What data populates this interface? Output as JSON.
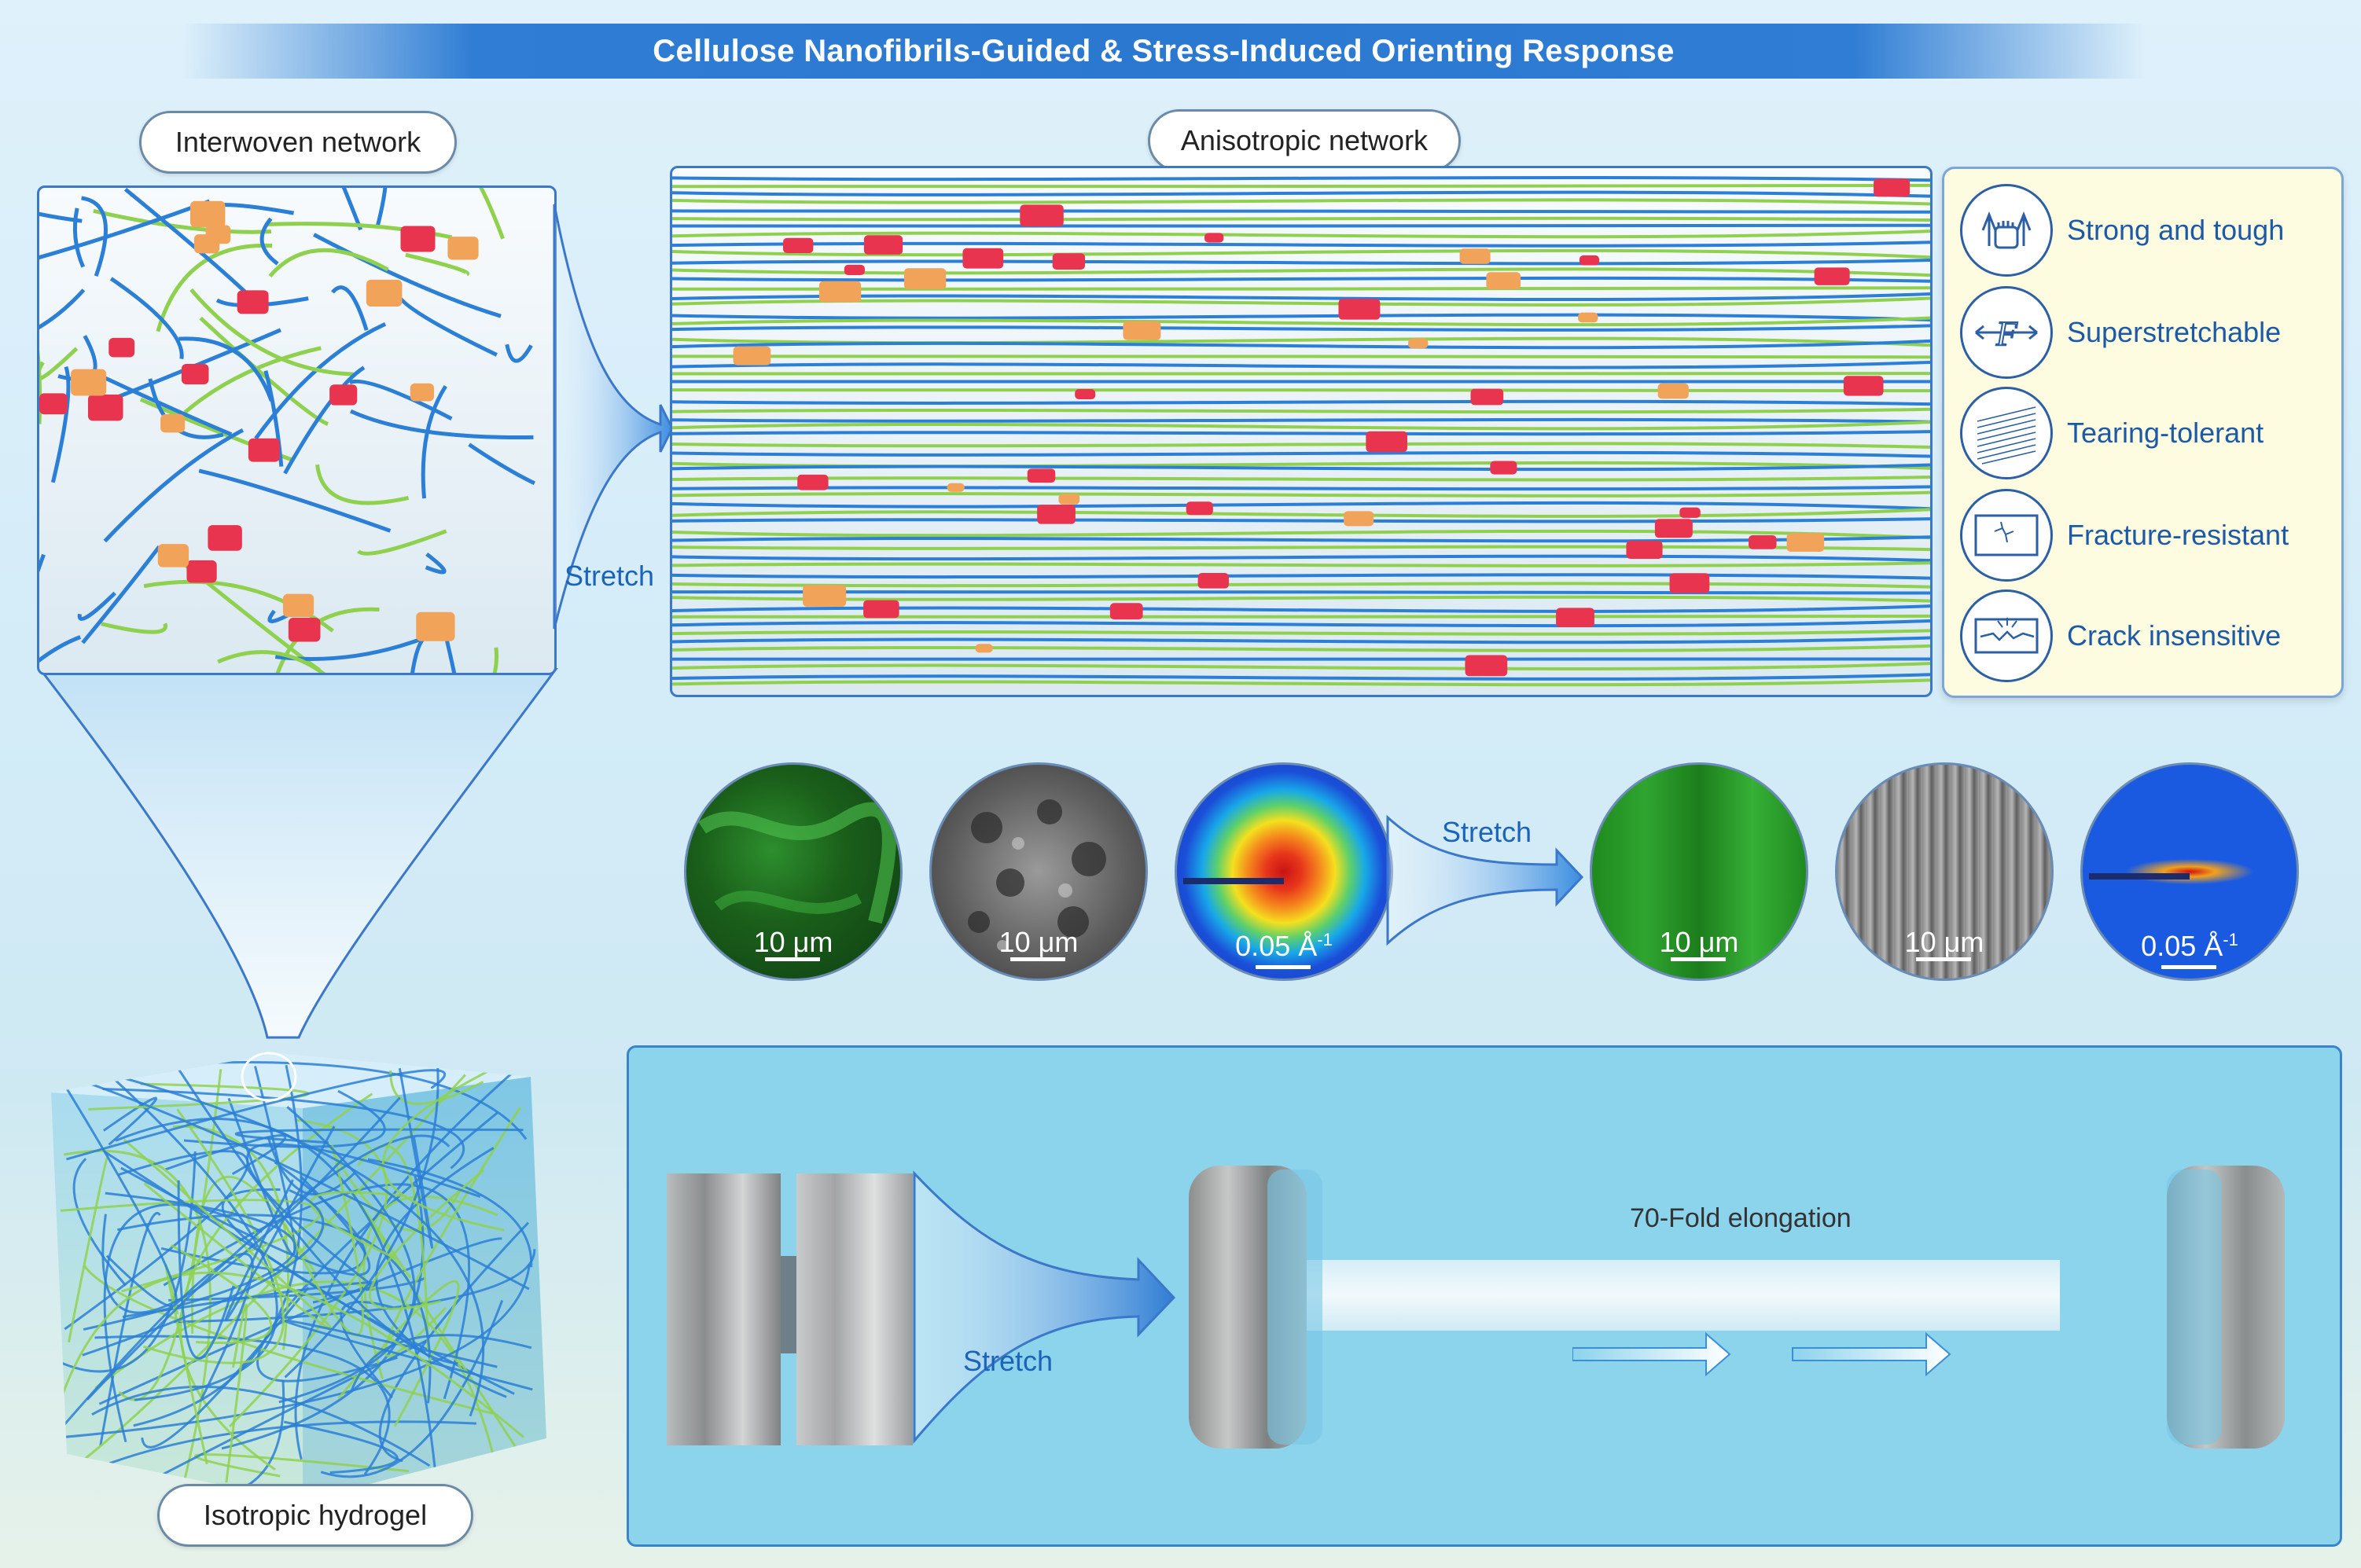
{
  "title": "Cellulose Nanofibrils-Guided & Stress-Induced Orienting Response",
  "labels": {
    "interwoven": "Interwoven network",
    "anisotropic": "Anisotropic network",
    "isotropic": "Isotropic hydrogel",
    "stretch_top": "Stretch",
    "stretch_mid": "Stretch",
    "stretch_bottom": "Stretch",
    "elongation": "70-Fold elongation"
  },
  "properties": [
    {
      "label": "Strong and tough",
      "icon": "fist-arrows-icon"
    },
    {
      "label": "Superstretchable",
      "icon": "force-arrows-icon"
    },
    {
      "label": "Tearing-tolerant",
      "icon": "aligned-fibers-icon"
    },
    {
      "label": "Fracture-resistant",
      "icon": "crack-sheet-icon"
    },
    {
      "label": "Crack insensitive",
      "icon": "crack-burst-icon"
    }
  ],
  "micrographs": [
    {
      "scale": "10 μm",
      "kind": "fluorescence-isotropic"
    },
    {
      "scale": "10 μm",
      "kind": "sem-isotropic"
    },
    {
      "scale": "0.05 Å",
      "sup": "-1",
      "kind": "saxs-isotropic"
    },
    {
      "scale": "10 μm",
      "kind": "fluorescence-aligned"
    },
    {
      "scale": "10 μm",
      "kind": "sem-aligned"
    },
    {
      "scale": "0.05 Å",
      "sup": "-1",
      "kind": "saxs-aligned"
    }
  ],
  "colors": {
    "title_banner": "#2f7dd4",
    "panel_border": "#3b78c9",
    "fiber_blue": "#2b7fd6",
    "fiber_green": "#8fd14f",
    "crosslink_red": "#e8344f",
    "crosslink_orange": "#f2a35a",
    "property_text": "#1c5aa8",
    "stretch_panel_bg": "#8cd3ec"
  }
}
